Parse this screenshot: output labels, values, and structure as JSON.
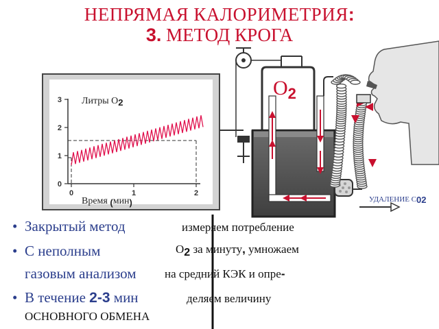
{
  "title": {
    "line1": "НЕПРЯМАЯ КАЛОРИМЕТРИЯ",
    "line1_colon": ":",
    "line2_num": "3.",
    "line2_text": " МЕТОД КРОГА"
  },
  "graph": {
    "ylabel_main": "Литры О",
    "ylabel_sub": "2",
    "xlabel_main": "Время ",
    "xlabel_paren_open": "(",
    "xlabel_unit": "мин",
    "xlabel_paren_close": ")",
    "yticks": [
      "3",
      "2",
      "1",
      "0"
    ],
    "xticks": [
      "0",
      "1",
      "2"
    ]
  },
  "apparatus": {
    "o2_main": "О",
    "o2_sub": "2",
    "co2_main": "УДАЛЕНИЕ С",
    "co2_sub": "0",
    "co2_sub2": "2"
  },
  "bullets": [
    {
      "text": "Закрытый метод"
    },
    {
      "text": "С неполным"
    },
    {
      "text": "газовым анализом"
    },
    {
      "pre": "В течение ",
      "bold": "2-3",
      "post": " мин"
    }
  ],
  "right_text": {
    "line1": "измеряем потребление",
    "line2_main": "О",
    "line2_sub": "2",
    "line2_rest": " за минуту",
    "line2_comma": ",",
    "line2_end": " умножаем",
    "line3": "на средний КЭК и опре",
    "line3_dash": "-",
    "line4": "деляем величину"
  },
  "basal": "ОСНОВНОГО ОБМЕНА",
  "colors": {
    "title": "#c8102e",
    "bullets": "#2b3e8c",
    "trace": "#e0114d",
    "water": "#555555"
  }
}
